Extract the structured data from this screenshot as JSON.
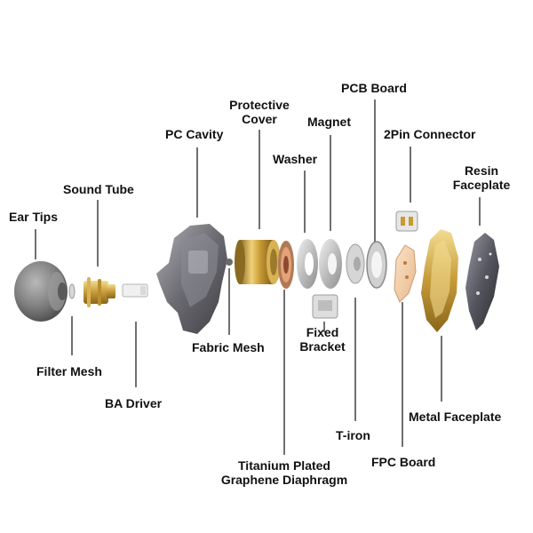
{
  "labels": {
    "ear_tips": "Ear Tips",
    "sound_tube": "Sound Tube",
    "pc_cavity": "PC Cavity",
    "protective_cover_1": "Protective",
    "protective_cover_2": "Cover",
    "magnet": "Magnet",
    "pcb_board": "PCB Board",
    "washer": "Washer",
    "two_pin_connector": "2Pin Connector",
    "resin_faceplate_1": "Resin",
    "resin_faceplate_2": "Faceplate",
    "filter_mesh": "Filter Mesh",
    "ba_driver": "BA Driver",
    "fabric_mesh": "Fabric Mesh",
    "fixed_bracket_1": "Fixed",
    "fixed_bracket_2": "Bracket",
    "t_iron": "T-iron",
    "metal_faceplate": "Metal Faceplate",
    "fpc_board": "FPC Board",
    "diaphragm_1": "Titanium Plated",
    "diaphragm_2": "Graphene Diaphragm"
  }
}
